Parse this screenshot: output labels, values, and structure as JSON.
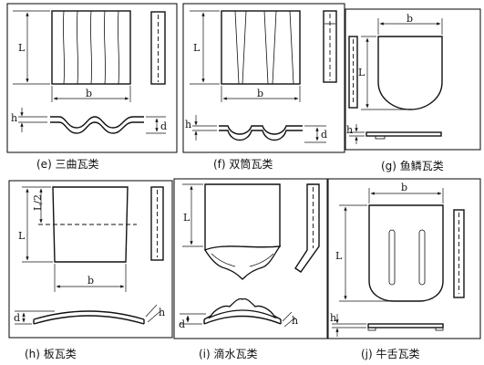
{
  "panels": [
    {
      "id": "e",
      "caption": "(e) 三曲瓦类"
    },
    {
      "id": "f",
      "caption": "(f) 双筒瓦类"
    },
    {
      "id": "g",
      "caption": "(g) 鱼鳞瓦类"
    },
    {
      "id": "h",
      "caption": "(h) 板瓦类"
    },
    {
      "id": "i",
      "caption": "(i) 滴水瓦类"
    },
    {
      "id": "j",
      "caption": "(j) 牛舌瓦类"
    }
  ],
  "dimension_labels": {
    "length": "L",
    "width": "b",
    "height": "h",
    "depth": "d",
    "half_length": "L/2"
  }
}
